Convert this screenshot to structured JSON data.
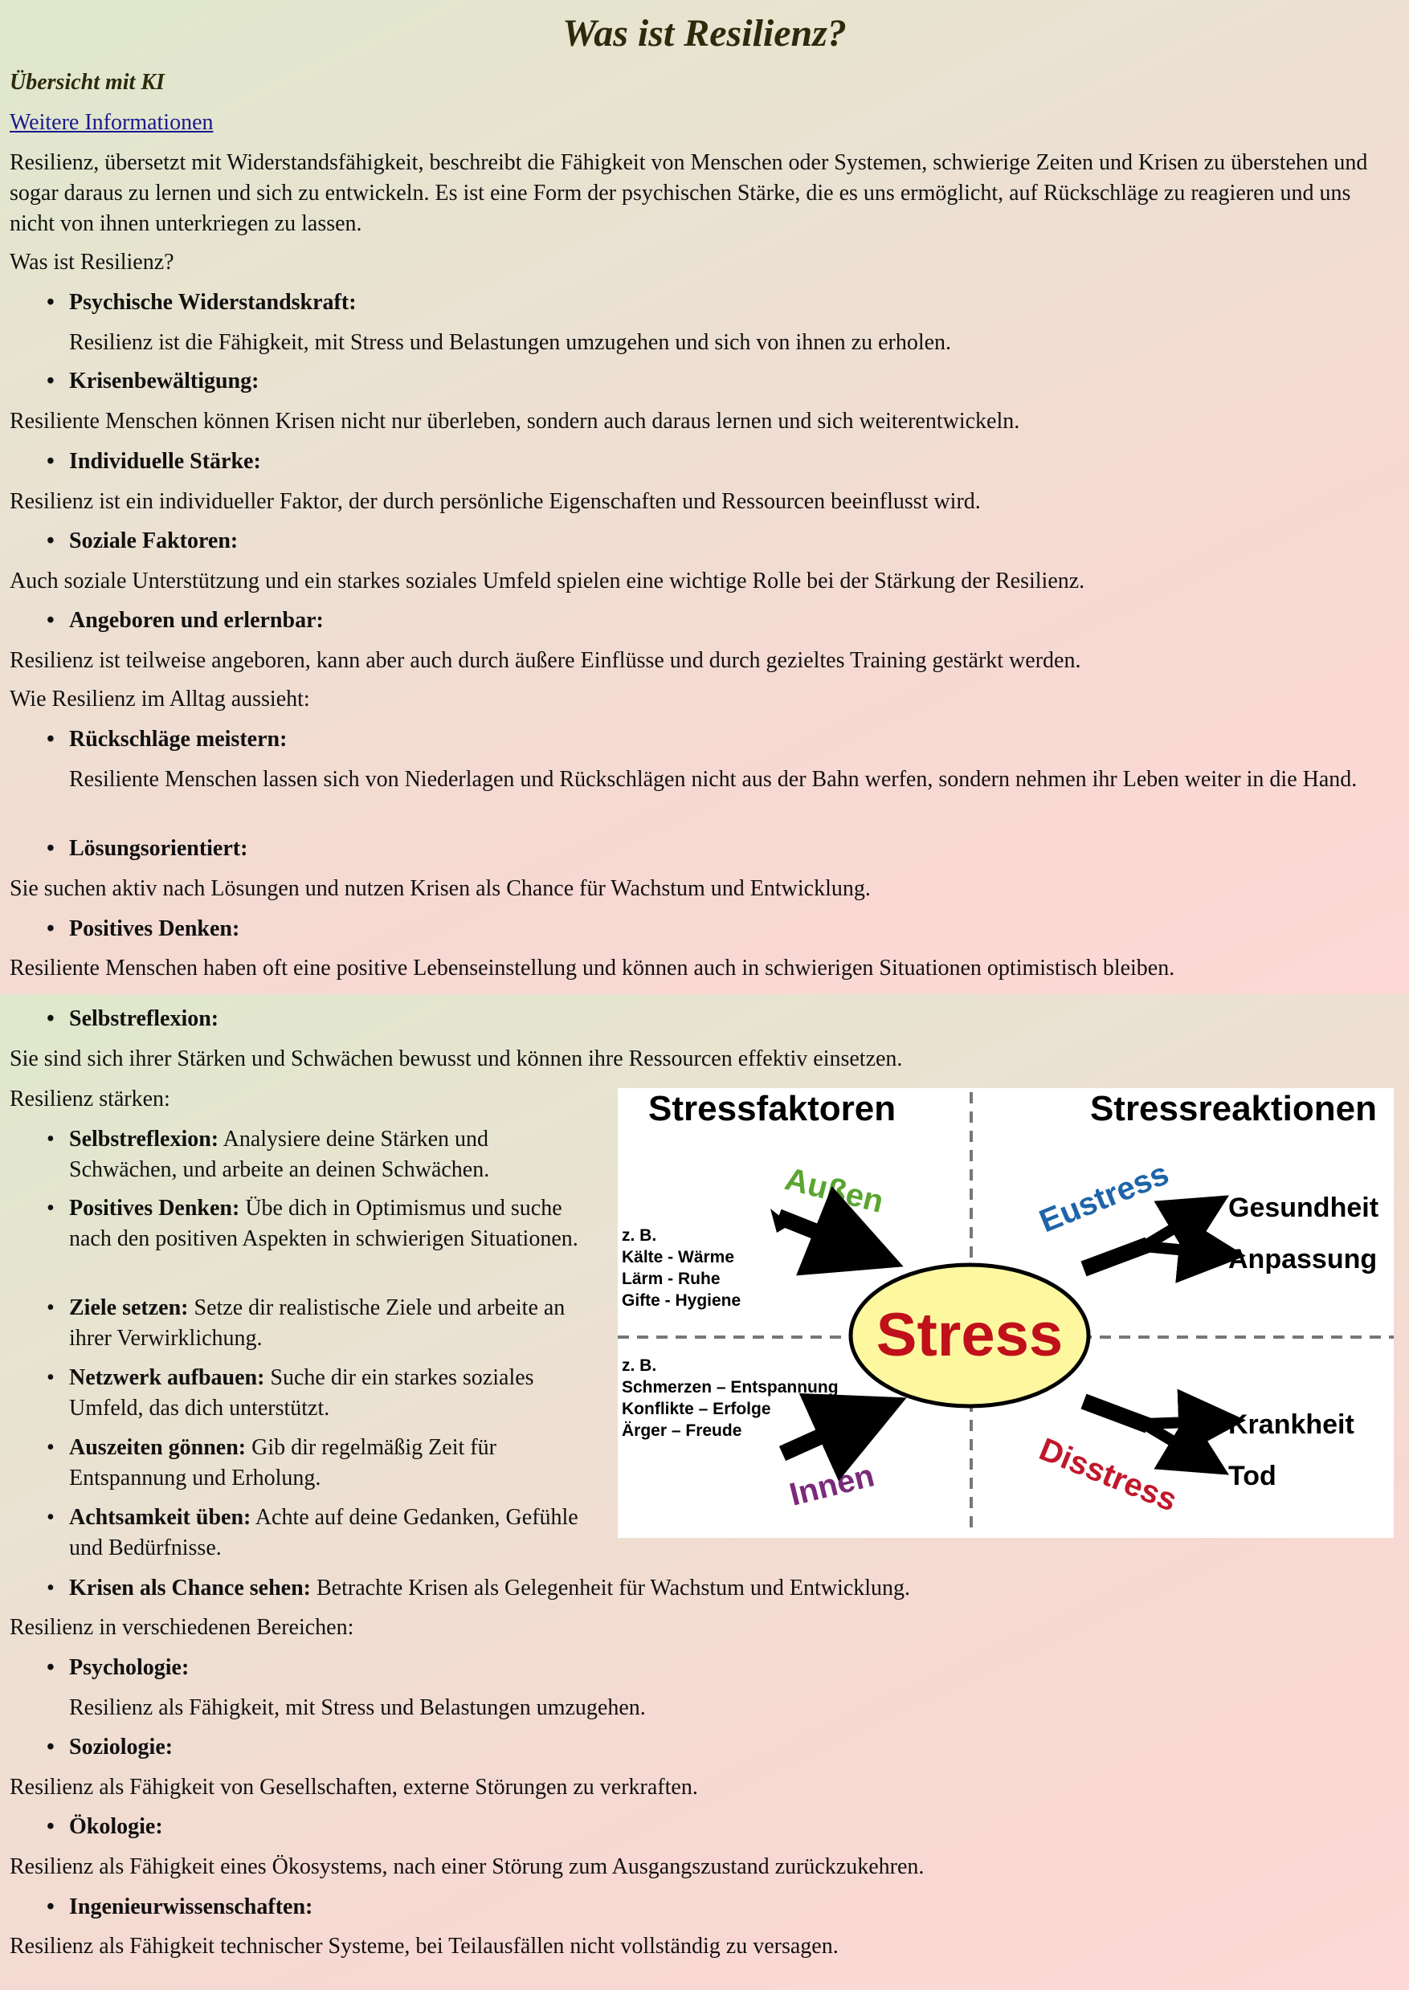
{
  "title": "Was ist Resilienz?",
  "subtitle": "Übersicht mit KI",
  "more_link": "Weitere Informationen",
  "intro": "Resilienz, übersetzt mit Widerstandsfähigkeit, beschreibt die Fähigkeit von Menschen oder Systemen, schwierige Zeiten und Krisen zu überstehen und sogar daraus zu lernen und sich zu entwickeln. Es ist eine Form der psychischen Stärke, die es uns ermöglicht, auf Rückschläge zu reagieren und uns nicht von ihnen unterkriegen zu lassen.",
  "section1": {
    "heading": "Was ist Resilienz?",
    "items": [
      {
        "label": "Psychische Widerstandskraft:",
        "text": "Resilienz ist die Fähigkeit, mit Stress und Belastungen umzugehen und sich von ihnen zu erholen."
      },
      {
        "label": "Krisenbewältigung:",
        "text": "Resiliente Menschen können Krisen nicht nur überleben, sondern auch daraus lernen und sich weiterentwickeln."
      },
      {
        "label": "Individuelle Stärke:",
        "text": "Resilienz ist ein individueller Faktor, der durch persönliche Eigenschaften und Ressourcen beeinflusst wird."
      },
      {
        "label": "Soziale Faktoren:",
        "text": "Auch soziale Unterstützung und ein starkes soziales Umfeld spielen eine wichtige Rolle bei der Stärkung der Resilienz."
      },
      {
        "label": "Angeboren und erlernbar:",
        "text": "Resilienz ist teilweise angeboren, kann aber auch durch äußere Einflüsse und durch gezieltes Training gestärkt werden."
      }
    ]
  },
  "section2": {
    "heading": "Wie Resilienz im Alltag aussieht:",
    "items": [
      {
        "label": "Rückschläge meistern:",
        "text": "Resiliente Menschen lassen sich von Niederlagen und Rückschlägen nicht aus der Bahn werfen, sondern nehmen ihr Leben weiter in die Hand."
      },
      {
        "label": "Lösungsorientiert:",
        "text": "Sie suchen aktiv nach Lösungen und nutzen Krisen als Chance für Wachstum und Entwicklung."
      },
      {
        "label": "Positives Denken:",
        "text": "Resiliente Menschen haben oft eine positive Lebenseinstellung und können auch in schwierigen Situationen optimistisch bleiben."
      },
      {
        "label": "Selbstreflexion:",
        "text": "Sie sind sich ihrer Stärken und Schwächen bewusst und können ihre Ressourcen effektiv einsetzen."
      }
    ]
  },
  "section3": {
    "heading": "Resilienz stärken:",
    "items": [
      {
        "label": "Selbstreflexion:",
        "text": " Analysiere deine Stärken und Schwächen, und arbeite an deinen Schwächen."
      },
      {
        "label": "Positives Denken:",
        "text": " Übe dich in Optimismus und suche nach den positiven Aspekten in schwierigen Situationen."
      },
      {
        "label": "Ziele setzen:",
        "text": " Setze dir realistische Ziele und arbeite an ihrer Verwirklichung."
      },
      {
        "label": "Netzwerk aufbauen:",
        "text": " Suche dir ein starkes soziales Umfeld, das dich unterstützt."
      },
      {
        "label": "Auszeiten gönnen:",
        "text": " Gib dir regelmäßig Zeit für Entspannung und Erholung."
      },
      {
        "label": "Achtsamkeit üben:",
        "text": " Achte auf deine Gedanken, Gefühle und Bedürfnisse."
      },
      {
        "label": "Krisen als Chance sehen:",
        "text": " Betrachte Krisen als Gelegenheit für Wachstum und Entwicklung."
      }
    ]
  },
  "section4": {
    "heading": "Resilienz in verschiedenen Bereichen:",
    "items": [
      {
        "label": "Psychologie:",
        "text": "Resilienz als Fähigkeit, mit Stress und Belastungen umzugehen."
      },
      {
        "label": "Soziologie:",
        "text": "Resilienz als Fähigkeit von Gesellschaften, externe Störungen zu verkraften."
      },
      {
        "label": "Ökologie:",
        "text": "Resilienz als Fähigkeit eines Ökosystems, nach einer Störung zum Ausgangszustand zurückzukehren."
      },
      {
        "label": "Ingenieurwissenschaften:",
        "text": "Resilienz als Fähigkeit technischer Systeme, bei Teilausfällen nicht vollständig zu versagen."
      }
    ]
  },
  "figure": {
    "left_title": "Stressfaktoren",
    "right_title": "Stressreaktionen",
    "outer": "Außen",
    "inner": "Innen",
    "center": "Stress",
    "eustress": "Eustress",
    "disstress": "Disstress",
    "outer_eg": "z. B.",
    "outer_lines": [
      "Kälte - Wärme",
      "Lärm - Ruhe",
      "Gifte - Hygiene"
    ],
    "inner_eg": "z. B.",
    "inner_lines": [
      "Schmerzen – Entspannung",
      "Konflikte – Erfolge",
      "Ärger – Freude"
    ],
    "eu_outcomes": [
      "Gesundheit",
      "Anpassung"
    ],
    "dis_outcomes": [
      "Krankheit",
      "Tod"
    ],
    "colors": {
      "outer": "#5aa530",
      "inner": "#7a2a7a",
      "eustress": "#1d64a8",
      "disstress": "#c0182a",
      "center_fill": "#fdf8a0",
      "center_text": "#c0101a"
    }
  }
}
